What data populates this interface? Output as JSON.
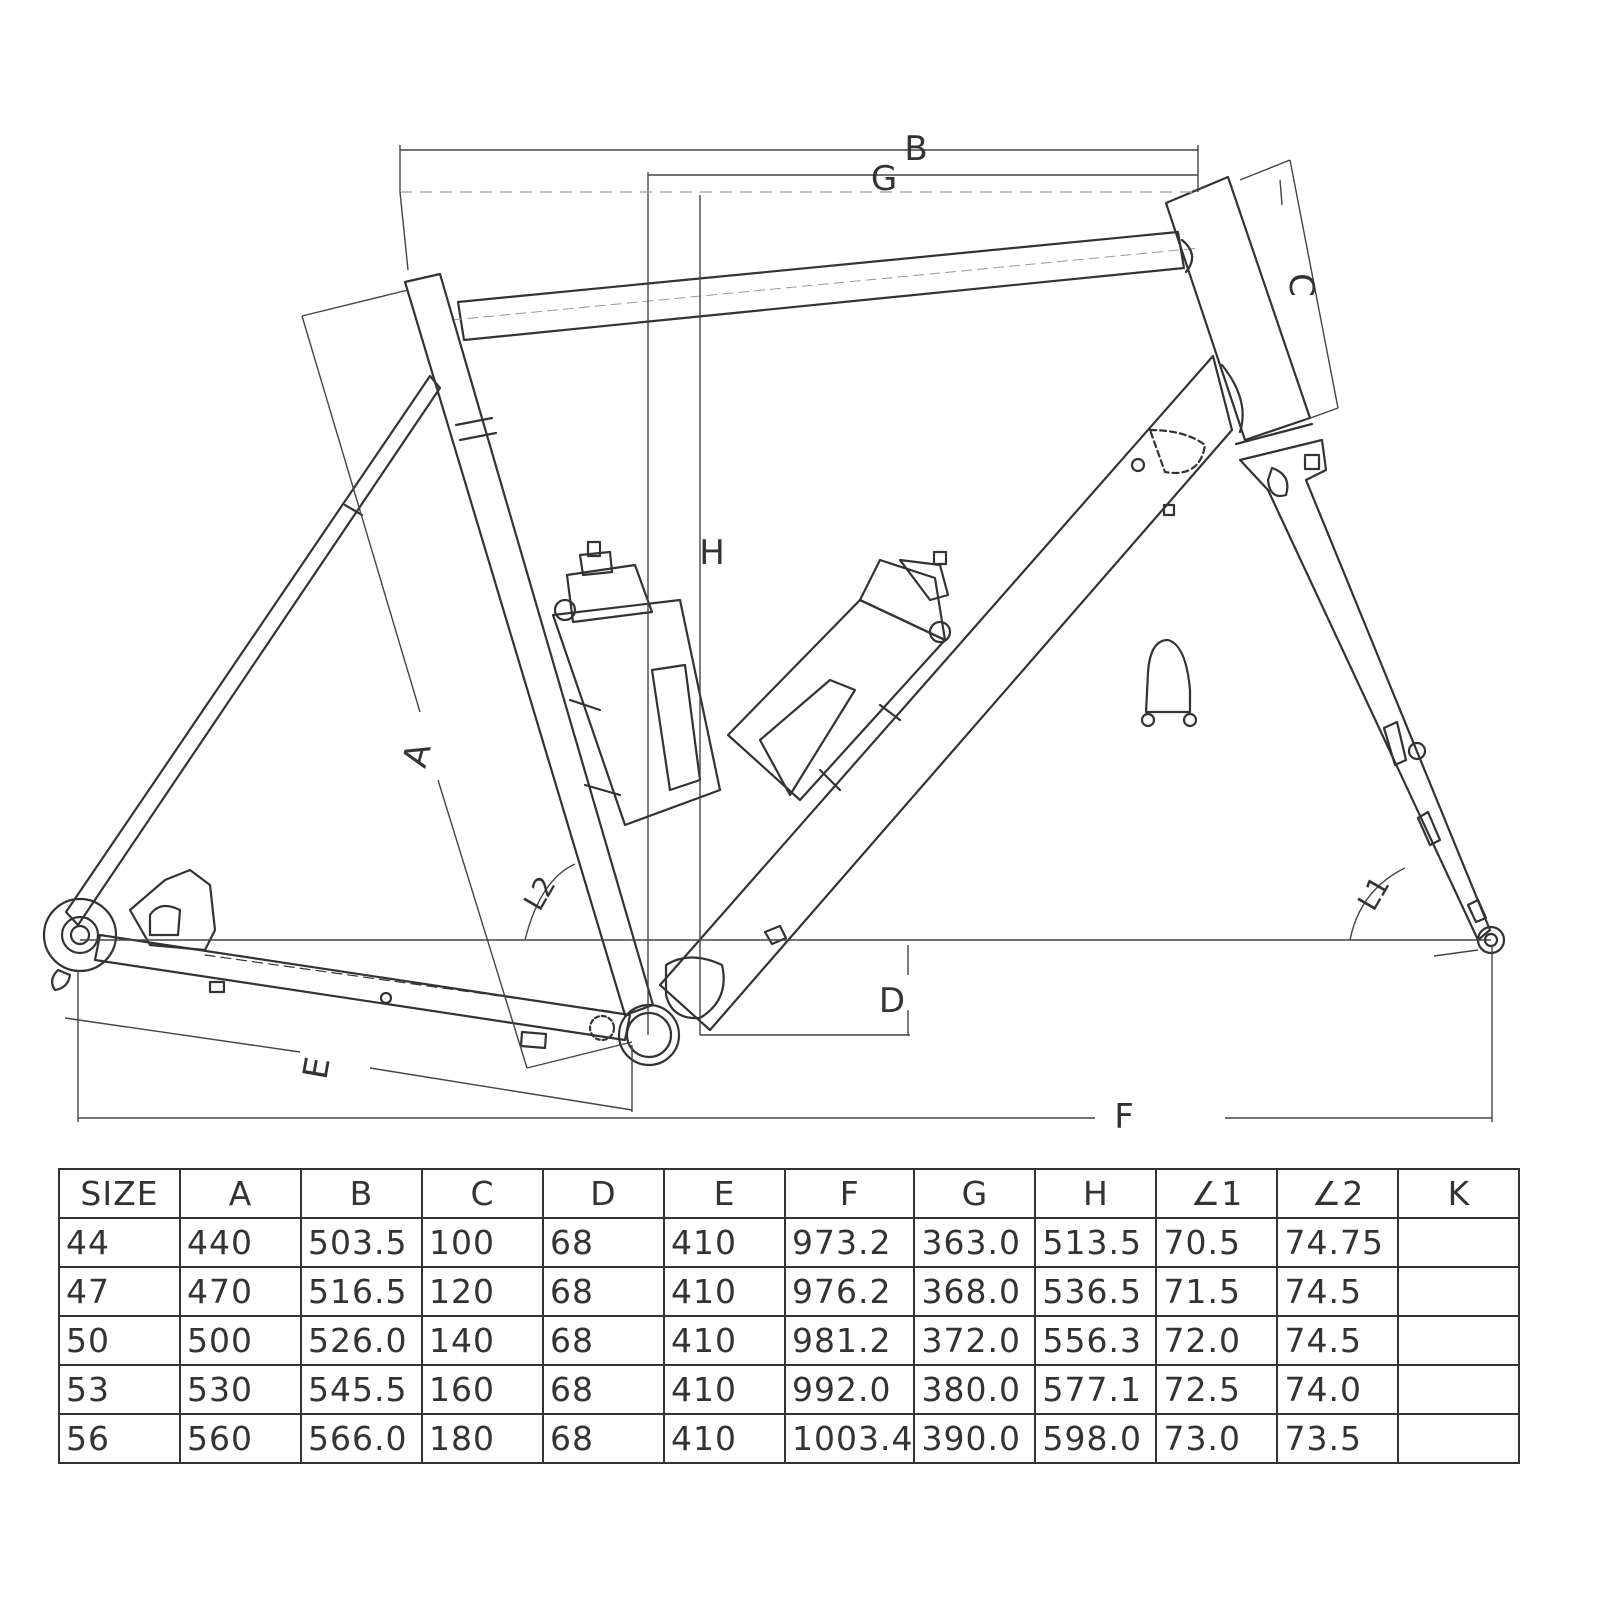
{
  "diagram": {
    "labels": {
      "A": "A",
      "B": "B",
      "C": "C",
      "D": "D",
      "E": "E",
      "F": "F",
      "G": "G",
      "H": "H",
      "L1": "L1",
      "L2": "L2"
    }
  },
  "table": {
    "headers": [
      "SIZE",
      "A",
      "B",
      "C",
      "D",
      "E",
      "F",
      "G",
      "H",
      "∠1",
      "∠2",
      "K"
    ],
    "rows": [
      [
        "44",
        "440",
        "503.5",
        "100",
        "68",
        "410",
        "973.2",
        "363.0",
        "513.5",
        "70.5",
        "74.75",
        ""
      ],
      [
        "47",
        "470",
        "516.5",
        "120",
        "68",
        "410",
        "976.2",
        "368.0",
        "536.5",
        "71.5",
        "74.5",
        ""
      ],
      [
        "50",
        "500",
        "526.0",
        "140",
        "68",
        "410",
        "981.2",
        "372.0",
        "556.3",
        "72.0",
        "74.5",
        ""
      ],
      [
        "53",
        "530",
        "545.5",
        "160",
        "68",
        "410",
        "992.0",
        "380.0",
        "577.1",
        "72.5",
        "74.0",
        ""
      ],
      [
        "56",
        "560",
        "566.0",
        "180",
        "68",
        "410",
        "1003.4",
        "390.0",
        "598.0",
        "73.0",
        "73.5",
        ""
      ]
    ]
  }
}
